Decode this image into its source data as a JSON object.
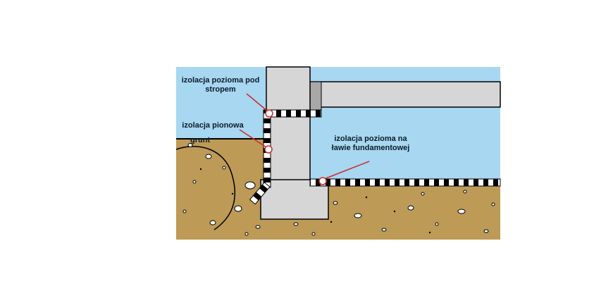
{
  "diagram": {
    "labels": {
      "top_insulation": "izolacja pozioma pod stropem",
      "vertical_insulation": "izolacja pionowa",
      "footing_insulation": "izolacja pozioma na ławie fundamentowej",
      "ground": "grunt"
    },
    "colors": {
      "sky": "#a7d7f1",
      "ground": "#bd9a55",
      "concrete": "#d6d6d6",
      "concrete_dark": "#a8a8a8",
      "leader": "#cc2a2a",
      "outline": "#000000",
      "label_text": "#0d1b2a"
    }
  }
}
